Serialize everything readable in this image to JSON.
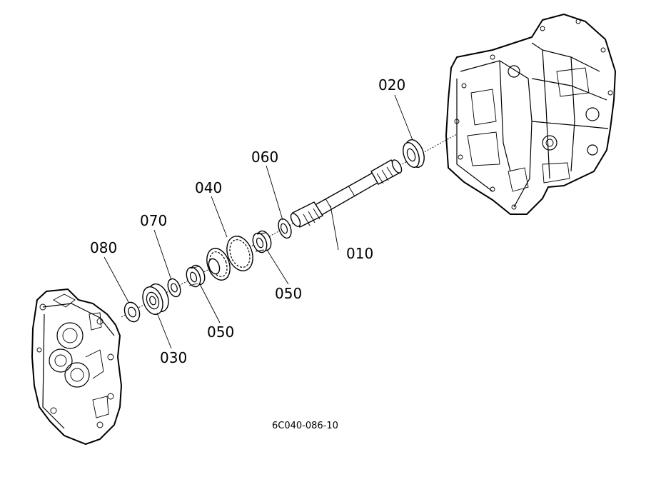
{
  "callouts": {
    "c010": "010",
    "c020": "020",
    "c030": "030",
    "c040": "040",
    "c050a": "050",
    "c050b": "050",
    "c060": "060",
    "c070": "070",
    "c080": "080"
  },
  "figure_code": "6C040-086-10"
}
